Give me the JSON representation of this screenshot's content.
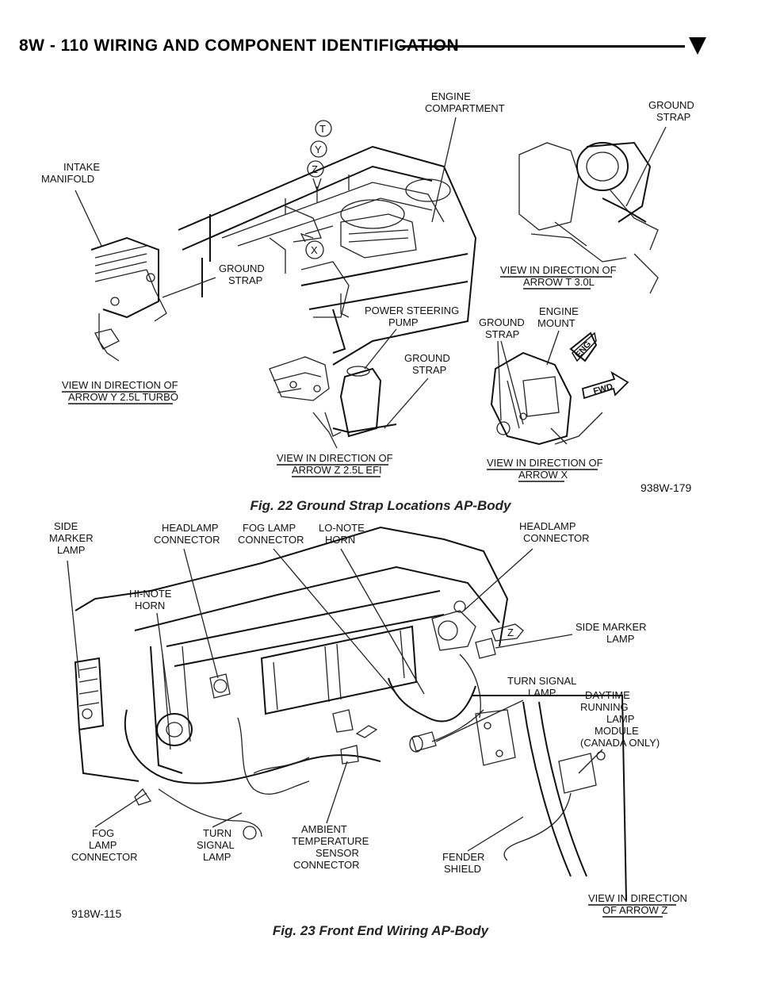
{
  "header": {
    "title": "8W - 110     WIRING AND COMPONENT IDENTIFICATION"
  },
  "figure22": {
    "caption": "Fig. 22 Ground Strap Locations AP-Body",
    "code": "938W-179",
    "labels": {
      "engine_compartment": [
        "ENGINE",
        "COMPARTMENT"
      ],
      "ground_strap_top": [
        "GROUND",
        "STRAP"
      ],
      "intake_manifold": [
        "INTAKE",
        "MANIFOLD"
      ],
      "ground_strap_left": [
        "GROUND",
        "STRAP"
      ],
      "power_steering_pump": [
        "POWER STEERING",
        "PUMP"
      ],
      "ground_strap_center": [
        "GROUND",
        "STRAP"
      ],
      "ground_strap_right": [
        "GROUND",
        "STRAP"
      ],
      "engine_mount": [
        "ENGINE",
        "MOUNT"
      ],
      "view_t": [
        "VIEW IN DIRECTION OF",
        "ARROW T 3.0L"
      ],
      "view_y": [
        "VIEW IN DIRECTION OF",
        "ARROW Y 2.5L TURBO"
      ],
      "view_z": [
        "VIEW IN DIRECTION OF",
        "ARROW Z 2.5L EFI"
      ],
      "view_x": [
        "VIEW IN DIRECTION OF",
        "ARROW X"
      ],
      "arrow_t": "T",
      "arrow_y": "Y",
      "arrow_z": "Z",
      "arrow_x": "X",
      "eng": "ENG",
      "fwd": "FWD"
    }
  },
  "figure23": {
    "caption": "Fig. 23 Front End Wiring AP-Body",
    "code": "918W-115",
    "labels": {
      "side_marker_lamp_left": [
        "SIDE",
        "MARKER",
        "LAMP"
      ],
      "headlamp_connector_left": [
        "HEADLAMP",
        "CONNECTOR"
      ],
      "fog_lamp_connector_top": [
        "FOG LAMP",
        "CONNECTOR"
      ],
      "lo_note_horn": [
        "LO-NOTE",
        "HORN"
      ],
      "headlamp_connector_right": [
        "HEADLAMP",
        "CONNECTOR"
      ],
      "hi_note_horn": [
        "HI-NOTE",
        "HORN"
      ],
      "side_marker_lamp_right": [
        "SIDE MARKER",
        "LAMP"
      ],
      "turn_signal_lamp_right": [
        "TURN SIGNAL",
        "LAMP"
      ],
      "drl_module": [
        "DAYTIME",
        "RUNNING",
        "LAMP",
        "MODULE",
        "(CANADA ONLY)"
      ],
      "fog_lamp_connector_bottom": [
        "FOG",
        "LAMP",
        "CONNECTOR"
      ],
      "turn_signal_lamp_bottom": [
        "TURN",
        "SIGNAL",
        "LAMP"
      ],
      "ambient_temp_sensor": [
        "AMBIENT",
        "TEMPERATURE",
        "SENSOR",
        "CONNECTOR"
      ],
      "fender_shield": [
        "FENDER",
        "SHIELD"
      ],
      "view_z": [
        "VIEW IN DIRECTION",
        "OF ARROW Z"
      ],
      "arrow_z": "Z"
    }
  }
}
